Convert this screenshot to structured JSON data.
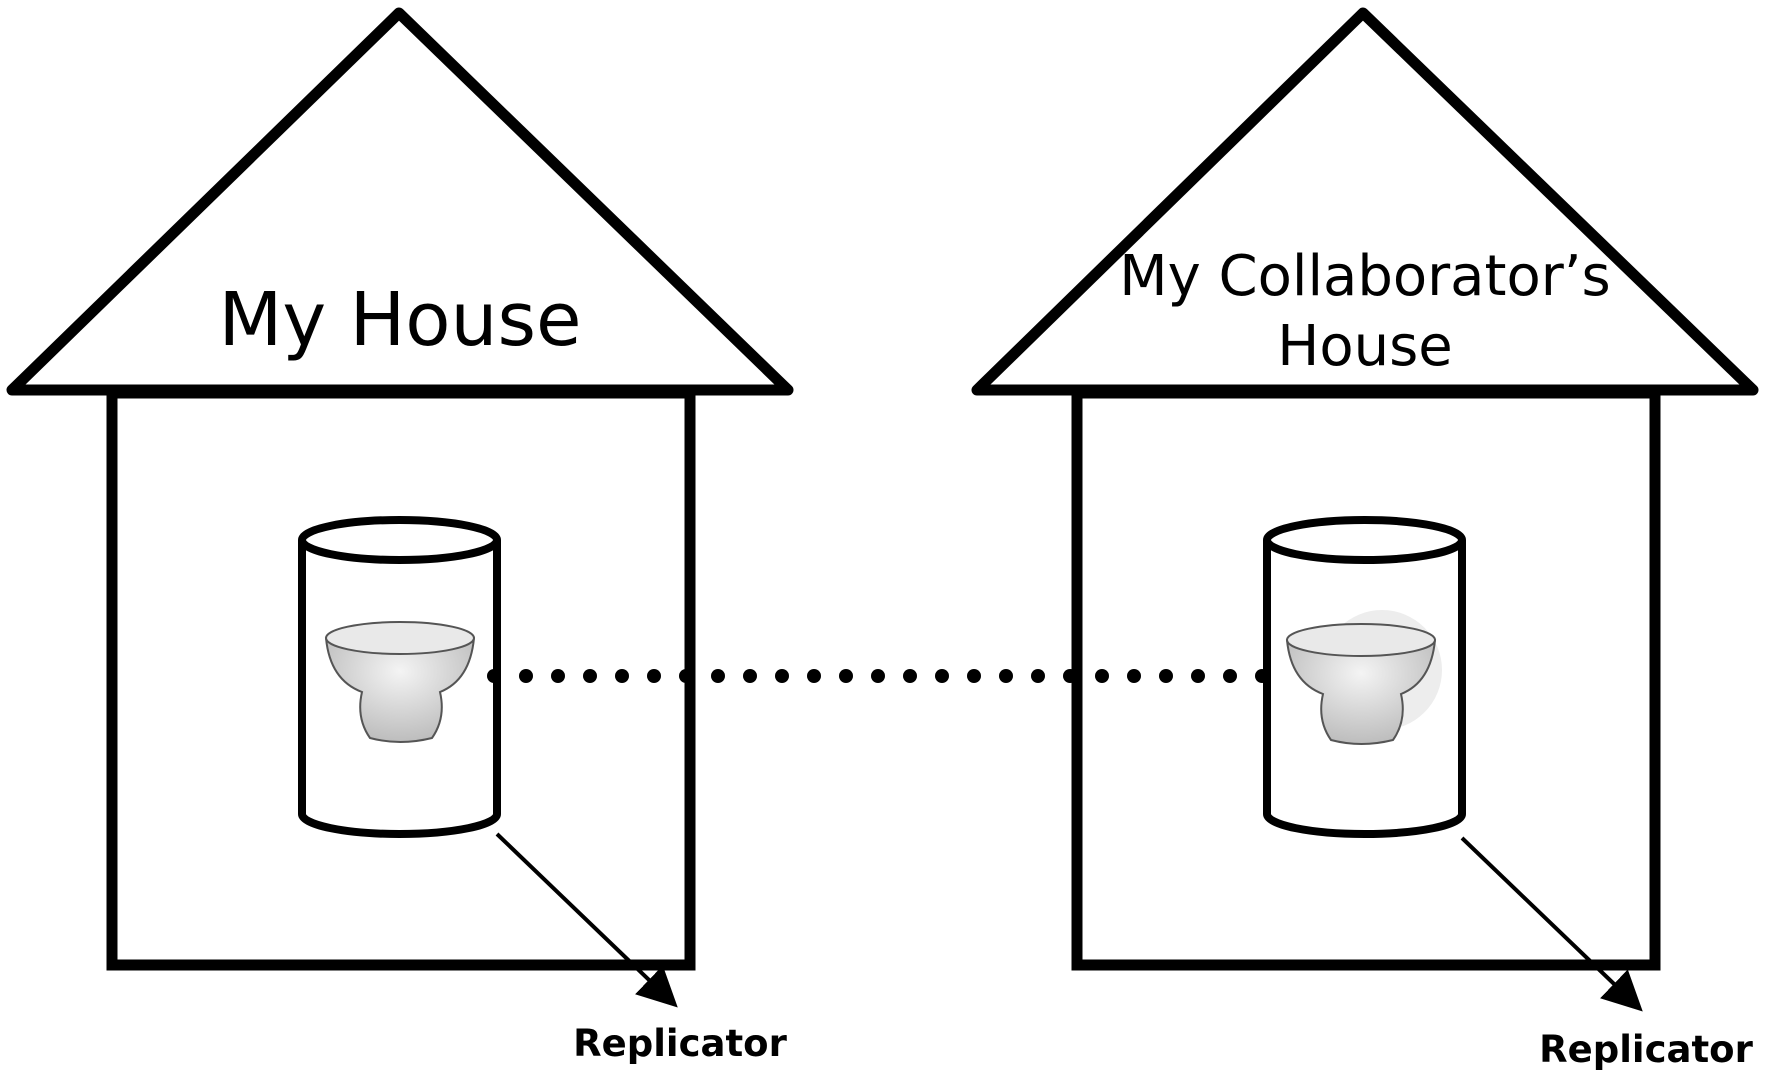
{
  "houses": [
    {
      "label_lines": [
        "My House"
      ],
      "replicator_label": "Replicator",
      "icon": "cup-in-cylinder-icon"
    },
    {
      "label_lines": [
        "My Collaborator’s",
        "House"
      ],
      "replicator_label": "Replicator",
      "icon": "cup-in-cylinder-icon"
    }
  ],
  "connector": {
    "style": "dotted",
    "icon": "dotted-connector"
  },
  "colors": {
    "stroke": "#000000",
    "background": "#ffffff",
    "cup": "#d8d8d8"
  }
}
